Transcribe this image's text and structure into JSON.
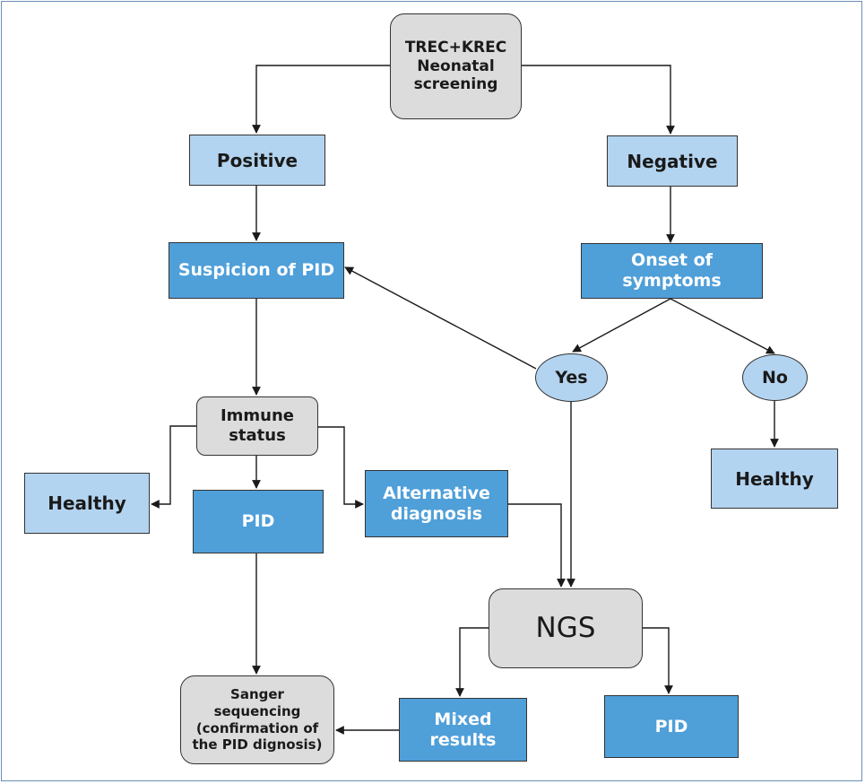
{
  "diagram": {
    "start": "TREC+KREC\nNeonatal\nscreening",
    "positive": "Positive",
    "negative": "Negative",
    "suspicion": "Suspicion of PID",
    "onset": "Onset of\nsymptoms",
    "yes": "Yes",
    "no": "No",
    "healthy_right": "Healthy",
    "immune_status": "Immune\nstatus",
    "healthy_left": "Healthy",
    "pid_left": "PID",
    "alternative": "Alternative\ndiagnosis",
    "ngs": "NGS",
    "sanger": "Sanger\nsequencing\n(confirmation of\nthe PID dignosis)",
    "mixed": "Mixed\nresults",
    "pid_right": "PID"
  },
  "colors": {
    "light_box": "#b3d4f0",
    "dark_box": "#4f9fd9",
    "grey_box": "#dcdcdc",
    "frame": "#6b8fb3"
  }
}
